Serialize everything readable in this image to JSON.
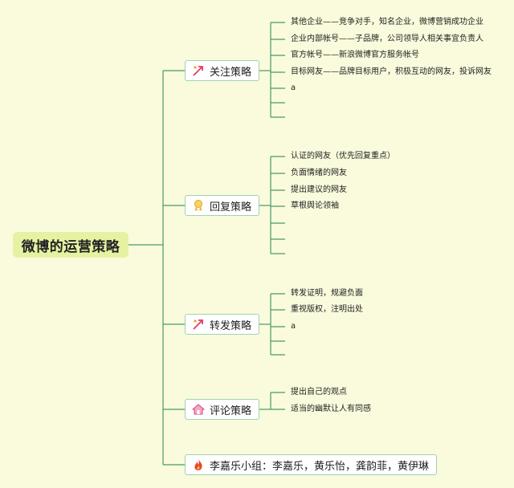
{
  "root": {
    "label": "微博的运营策略"
  },
  "colors": {
    "line": "#4a9a68",
    "root_fill": "#e6f2a2",
    "background": "#f9fbdc"
  },
  "branches": [
    {
      "label": "关注策略",
      "icon": "arrow-to-target-icon",
      "leaves": [
        "其他企业——竞争对手，知名企业，微博营销成功企业",
        "企业内部帐号——子品牌，公司领导人相关事宜负责人",
        "官方帐号——新浪微博官方服务帐号",
        "目标网友——品牌目标用户，积极互动的网友，投诉网友",
        "a",
        "",
        ""
      ]
    },
    {
      "label": "回复策略",
      "icon": "award-ribbon-icon",
      "leaves": [
        "认证的网友（优先回复重点）",
        "负面情绪的网友",
        "提出建议的网友",
        "草根舆论领袖",
        "",
        "",
        ""
      ]
    },
    {
      "label": "转发策略",
      "icon": "arrow-to-target-icon",
      "leaves": [
        "转发证明，规避负面",
        "重视版权，注明出处",
        "a",
        "",
        ""
      ]
    },
    {
      "label": "评论策略",
      "icon": "house-icon",
      "leaves": [
        "提出自己的观点",
        "适当的幽默让人有同感"
      ]
    },
    {
      "label": "李嘉乐小组：李嘉乐，黄乐怡，龚韵菲，黄伊琳",
      "icon": "flame-icon",
      "leaves": []
    }
  ]
}
